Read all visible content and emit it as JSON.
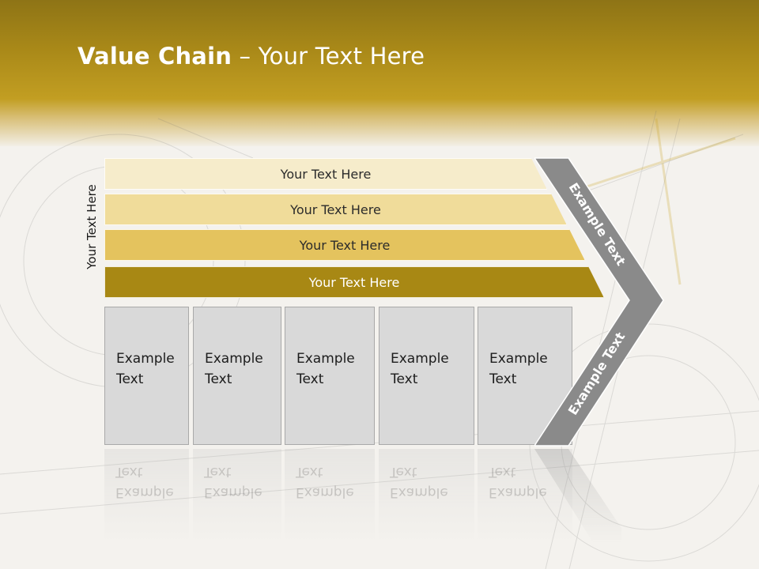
{
  "slide": {
    "title_bold": "Value Chain",
    "title_rest": " – Your Text Here"
  },
  "side_label": "Your Text Here",
  "bars": [
    {
      "label": "Your Text Here"
    },
    {
      "label": "Your Text Here"
    },
    {
      "label": "Your Text Here"
    },
    {
      "label": "Your Text Here"
    }
  ],
  "boxes": [
    {
      "line1": "Example",
      "line2": "Text"
    },
    {
      "line1": "Example",
      "line2": "Text"
    },
    {
      "line1": "Example",
      "line2": "Text"
    },
    {
      "line1": "Example",
      "line2": "Text"
    },
    {
      "line1": "Example",
      "line2": "Text"
    }
  ],
  "arrow": {
    "top_label": "Example Text",
    "bottom_label": "Example Text"
  },
  "colors": {
    "header": "#a88818",
    "bar_light": "#f6eccb",
    "bar_dark": "#a88814",
    "arrow": "#8a8a8a",
    "box": "#d9d9d9"
  }
}
